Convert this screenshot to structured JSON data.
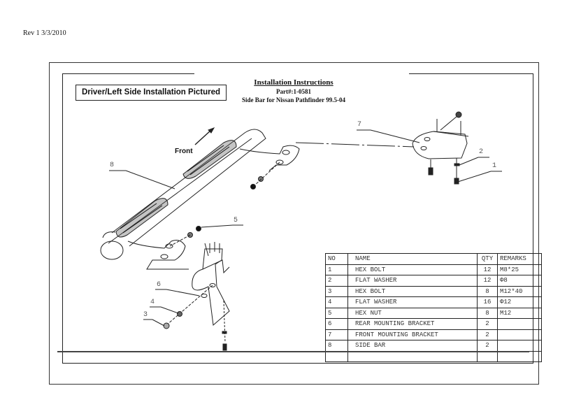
{
  "revision": "Rev 1 3/3/2010",
  "pictured_label": "Driver/Left Side Installation Pictured",
  "header": {
    "title": "Installation Instructions",
    "part_number": "Part#:1-0581",
    "subtitle": "Side Bar for Nissan Pathfinder 99.5-04"
  },
  "drawing": {
    "direction_label": "Front",
    "callouts": [
      "1",
      "2",
      "3",
      "4",
      "5",
      "6",
      "7",
      "8"
    ]
  },
  "parts_table": {
    "headers": {
      "no": "NO",
      "name": "NAME",
      "qty": "QTY",
      "remarks": "REMARKS"
    },
    "rows": [
      {
        "no": "1",
        "name": "HEX BOLT",
        "qty": "12",
        "remarks": "M8*25"
      },
      {
        "no": "2",
        "name": "FLAT WASHER",
        "qty": "12",
        "remarks": "Φ8"
      },
      {
        "no": "3",
        "name": "HEX BOLT",
        "qty": "8",
        "remarks": "M12*40"
      },
      {
        "no": "4",
        "name": "FLAT WASHER",
        "qty": "16",
        "remarks": "Φ12"
      },
      {
        "no": "5",
        "name": "HEX NUT",
        "qty": "8",
        "remarks": "M12"
      },
      {
        "no": "6",
        "name": "REAR MOUNTING  BRACKET",
        "qty": "2",
        "remarks": ""
      },
      {
        "no": "7",
        "name": "FRONT MOUNTING  BRACKET",
        "qty": "2",
        "remarks": ""
      },
      {
        "no": "8",
        "name": "SIDE BAR",
        "qty": "2",
        "remarks": ""
      }
    ]
  }
}
